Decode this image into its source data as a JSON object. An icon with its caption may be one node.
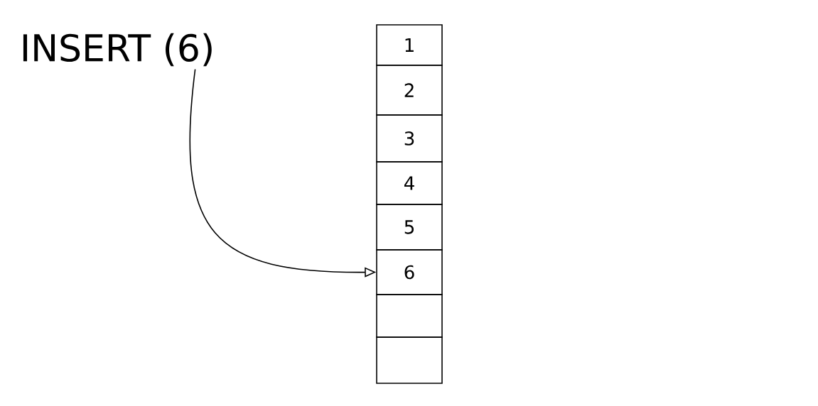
{
  "diagram": {
    "nodes": [
      {
        "text": [
          "INSERT (6)"
        ]
      },
      {
        "text": [
          "1"
        ]
      },
      {
        "text": [
          "2"
        ]
      },
      {
        "text": [
          "3"
        ]
      },
      {
        "text": [
          "4"
        ]
      },
      {
        "text": [
          "5"
        ]
      },
      {
        "text": [
          "6"
        ]
      },
      {
        "text": [],
        "shape": "box"
      },
      {
        "text": [],
        "shape": "box"
      }
    ],
    "edges": [
      {
        "from": 0,
        "to": 6,
        "arrow": "to"
      }
    ]
  }
}
